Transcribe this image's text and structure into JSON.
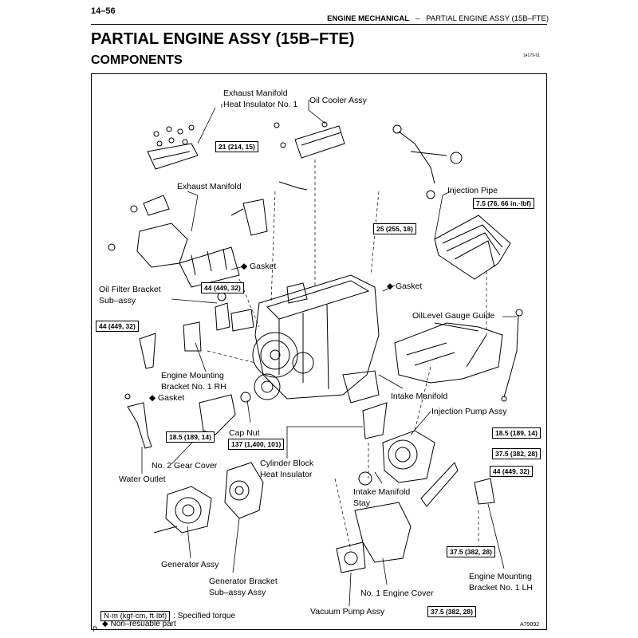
{
  "page_number": "14–56",
  "header": {
    "section": "ENGINE MECHANICAL",
    "separator": "–",
    "subsection": "PARTIAL ENGINE ASSY (15B–FTE)"
  },
  "title": "PARTIAL ENGINE ASSY (15B–FTE)",
  "subtitle": "COMPONENTS",
  "small_code": "14179-01",
  "figure_code": "A79892",
  "corner_mark": "P",
  "labels": {
    "exhaust_heat_insulator_1": "Exhaust Manifold",
    "exhaust_heat_insulator_2": "Heat Insulator No. 1",
    "oil_cooler": "Oil Cooler Assy",
    "exhaust_manifold": "Exhaust Manifold",
    "injection_pipe": "Injection Pipe",
    "gasket_1": "Gasket",
    "gasket_2": "Gasket",
    "gasket_3": "Gasket",
    "oil_filter_bracket_1": "Oil Filter Bracket",
    "oil_filter_bracket_2": "Sub–assy",
    "oil_level_gauge_guide": "OilLevel Gauge Guide",
    "engine_mounting_rh_1": "Engine Mounting",
    "engine_mounting_rh_2": "Bracket No. 1 RH",
    "intake_manifold": "Intake Manifold",
    "injection_pump": "Injection Pump Assy",
    "cap_nut": "Cap Nut",
    "no2_gear_cover": "No. 2 Gear Cover",
    "water_outlet": "Water Outlet",
    "cylinder_block_insulator_1": "Cylinder Block",
    "cylinder_block_insulator_2": "Heat Insulator",
    "intake_manifold_stay_1": "Intake Manifold",
    "intake_manifold_stay_2": "Stay",
    "generator": "Generator Assy",
    "generator_bracket_1": "Generator Bracket",
    "generator_bracket_2": "Sub–assy Assy",
    "no1_engine_cover": "No. 1 Engine Cover",
    "engine_mounting_lh_1": "Engine Mounting",
    "engine_mounting_lh_2": "Bracket No. 1 LH",
    "vacuum_pump": "Vacuum Pump Assy"
  },
  "torques": {
    "t_oil_cooler": "21 (214, 15)",
    "t_injection_pipe_1": "7.5 (76, 66 in.·lbf)",
    "t_injection_pipe_2": "25 (255, 18)",
    "t_oil_filter": "44 (449, 32)",
    "t_engine_mount_rh": "44 (449, 32)",
    "t_water_outlet": "18.5 (189, 14)",
    "t_cap_nut": "137 (1,400, 101)",
    "t_pump_1": "18.5 (189, 14)",
    "t_pump_2": "37.5 (382, 28)",
    "t_pump_3": "44 (449, 32)",
    "t_stay": "37.5 (382, 28)",
    "t_vacuum": "37.5 (382, 28)"
  },
  "legend": {
    "torque_unit": "N·m (kgf·cm, ft·lbf)",
    "torque_text": ": Specified torque",
    "diamond": "◆",
    "non_reusable": "Non–resuable part"
  }
}
